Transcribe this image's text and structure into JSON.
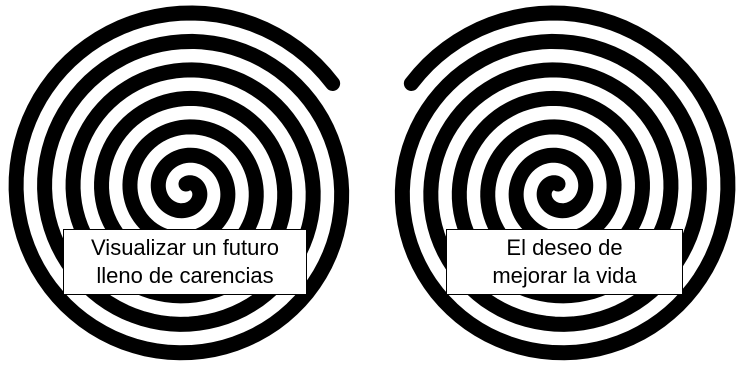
{
  "colors": {
    "spiral": "#000000",
    "background": "#ffffff"
  },
  "labels": {
    "left": {
      "line1": "Visualizar un futuro",
      "line2": "lleno de carencias"
    },
    "right": {
      "line1": "El deseo de",
      "line2": "mejorar la vida"
    }
  }
}
